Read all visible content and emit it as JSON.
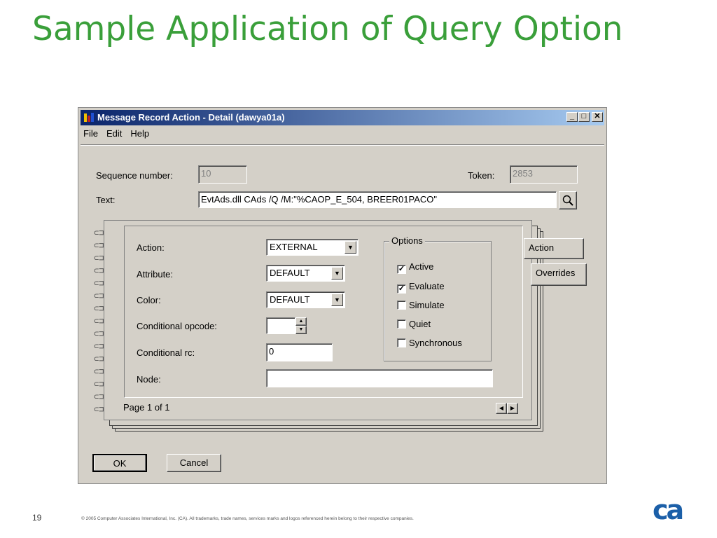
{
  "slide": {
    "title": "Sample Application of Query Option",
    "page_number": "19",
    "copyright": "© 2005 Computer Associates International, Inc. (CA). All trademarks, trade names, services marks and logos referenced herein belong to their respective companies.",
    "logo_text": "ca"
  },
  "window": {
    "title": "Message Record Action - Detail (dawya01a)",
    "menu": [
      "File",
      "Edit",
      "Help"
    ]
  },
  "form": {
    "sequence_label": "Sequence number:",
    "sequence_value": "10",
    "token_label": "Token:",
    "token_value": "2853",
    "text_label": "Text:",
    "text_value": "EvtAds.dll CAds   /Q /M:\"%CAOP_E_504, BREER01PACO\""
  },
  "notebook": {
    "action_label": "Action:",
    "action_value": "EXTERNAL",
    "attribute_label": "Attribute:",
    "attribute_value": "DEFAULT",
    "color_label": "Color:",
    "color_value": "DEFAULT",
    "cond_opcode_label": "Conditional opcode:",
    "cond_opcode_value": "",
    "cond_rc_label": "Conditional rc:",
    "cond_rc_value": "0",
    "node_label": "Node:",
    "node_value": "",
    "options_title": "Options",
    "options": [
      {
        "label": "Active",
        "checked": true
      },
      {
        "label": "Evaluate",
        "checked": true
      },
      {
        "label": "Simulate",
        "checked": false
      },
      {
        "label": "Quiet",
        "checked": false
      },
      {
        "label": "Synchronous",
        "checked": false
      }
    ],
    "tabs": [
      "Action",
      "Overrides"
    ],
    "page_status": "Page 1 of 1"
  },
  "buttons": {
    "ok": "OK",
    "cancel": "Cancel"
  }
}
